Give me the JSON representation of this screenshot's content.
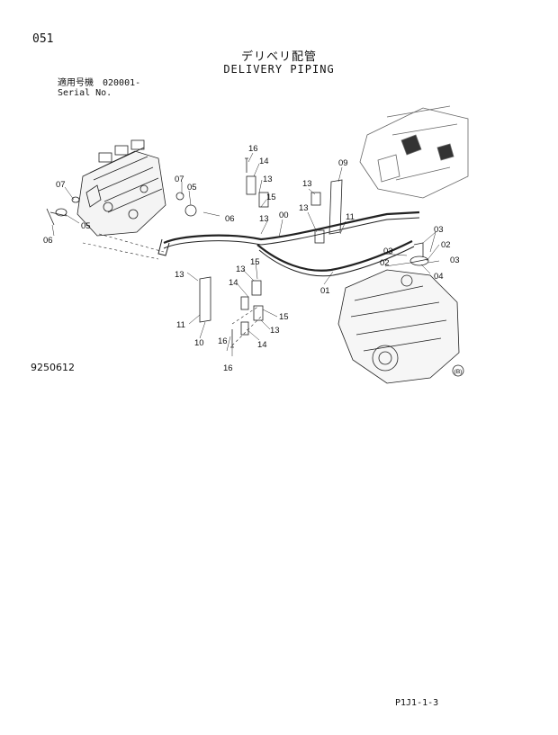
{
  "page_number": "051",
  "title_jp": "デリベリ配管",
  "title_en": "DELIVERY PIPING",
  "serial": {
    "jp_label": "適用号機",
    "en_label": "Serial No.",
    "value": "020001-"
  },
  "figure_id": "9250612",
  "footer_code": "P1J1-1-3",
  "corner_mark": "(B)",
  "callouts": {
    "c16a": "16",
    "c14a": "14",
    "c13a": "13",
    "c15a": "15",
    "c13b": "13",
    "c13c": "13",
    "c09": "09",
    "c11a": "11",
    "c00": "00",
    "c07a": "07",
    "c07b": "07",
    "c05a": "05",
    "c05b": "05",
    "c06a": "06",
    "c06b": "06",
    "c03a": "03",
    "c03b": "03",
    "c03c": "03",
    "c02a": "02",
    "c02b": "02",
    "c04": "04",
    "c01": "01",
    "c13d": "13",
    "c11b": "11",
    "c10": "10",
    "c15b": "15",
    "c13e": "13",
    "c14b": "14",
    "c15c": "15",
    "c13f": "13",
    "c16b": "16",
    "c14c": "14"
  }
}
